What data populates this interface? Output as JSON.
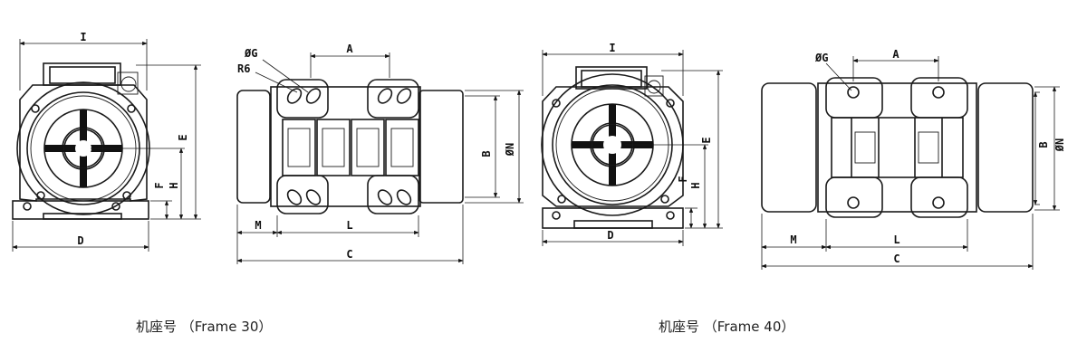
{
  "captions": {
    "frame30": "机座号 （Frame 30）",
    "frame40": "机座号 （Frame 40）"
  },
  "labels": {
    "I": "I",
    "D": "D",
    "E": "E",
    "F": "F",
    "H": "H",
    "A": "A",
    "B": "B",
    "C": "C",
    "L": "L",
    "M": "M",
    "N": "ØN",
    "G": "ØG",
    "R6": "R6"
  }
}
